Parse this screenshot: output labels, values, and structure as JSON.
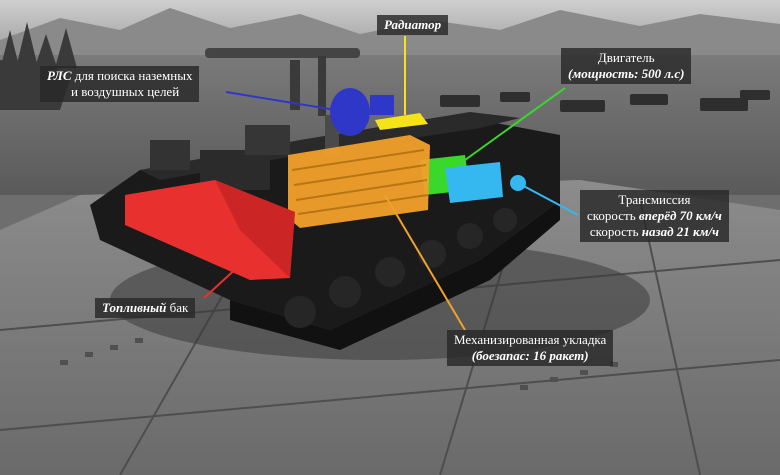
{
  "colors": {
    "radar": "#2f37c9",
    "radiator": "#f5e317",
    "engine": "#39d82b",
    "transmission": "#35b8f0",
    "fuel_tank": "#e8312f",
    "ammo_rack": "#f2a12a"
  },
  "callouts": {
    "radiator": {
      "bold": "Радиатор"
    },
    "radar": {
      "bold": "РЛС",
      "text1": " для поиска наземных",
      "text2": "и воздушных целей"
    },
    "engine": {
      "line1": "Двигатель",
      "line2_bold": "(мощность: 500 л.с)"
    },
    "transmission": {
      "line1": "Трансмиссия",
      "line2_prefix": "скорость ",
      "line2_bold": "вперёд 70 км/ч",
      "line3_prefix": "скорость ",
      "line3_bold": "назад 21 км/ч"
    },
    "fuel_tank": {
      "bold": "Топливный",
      "text": " бак"
    },
    "ammo_rack": {
      "line1": "Механизированная укладка",
      "line2_bold": "(боезапас: 16 ракет)"
    }
  }
}
